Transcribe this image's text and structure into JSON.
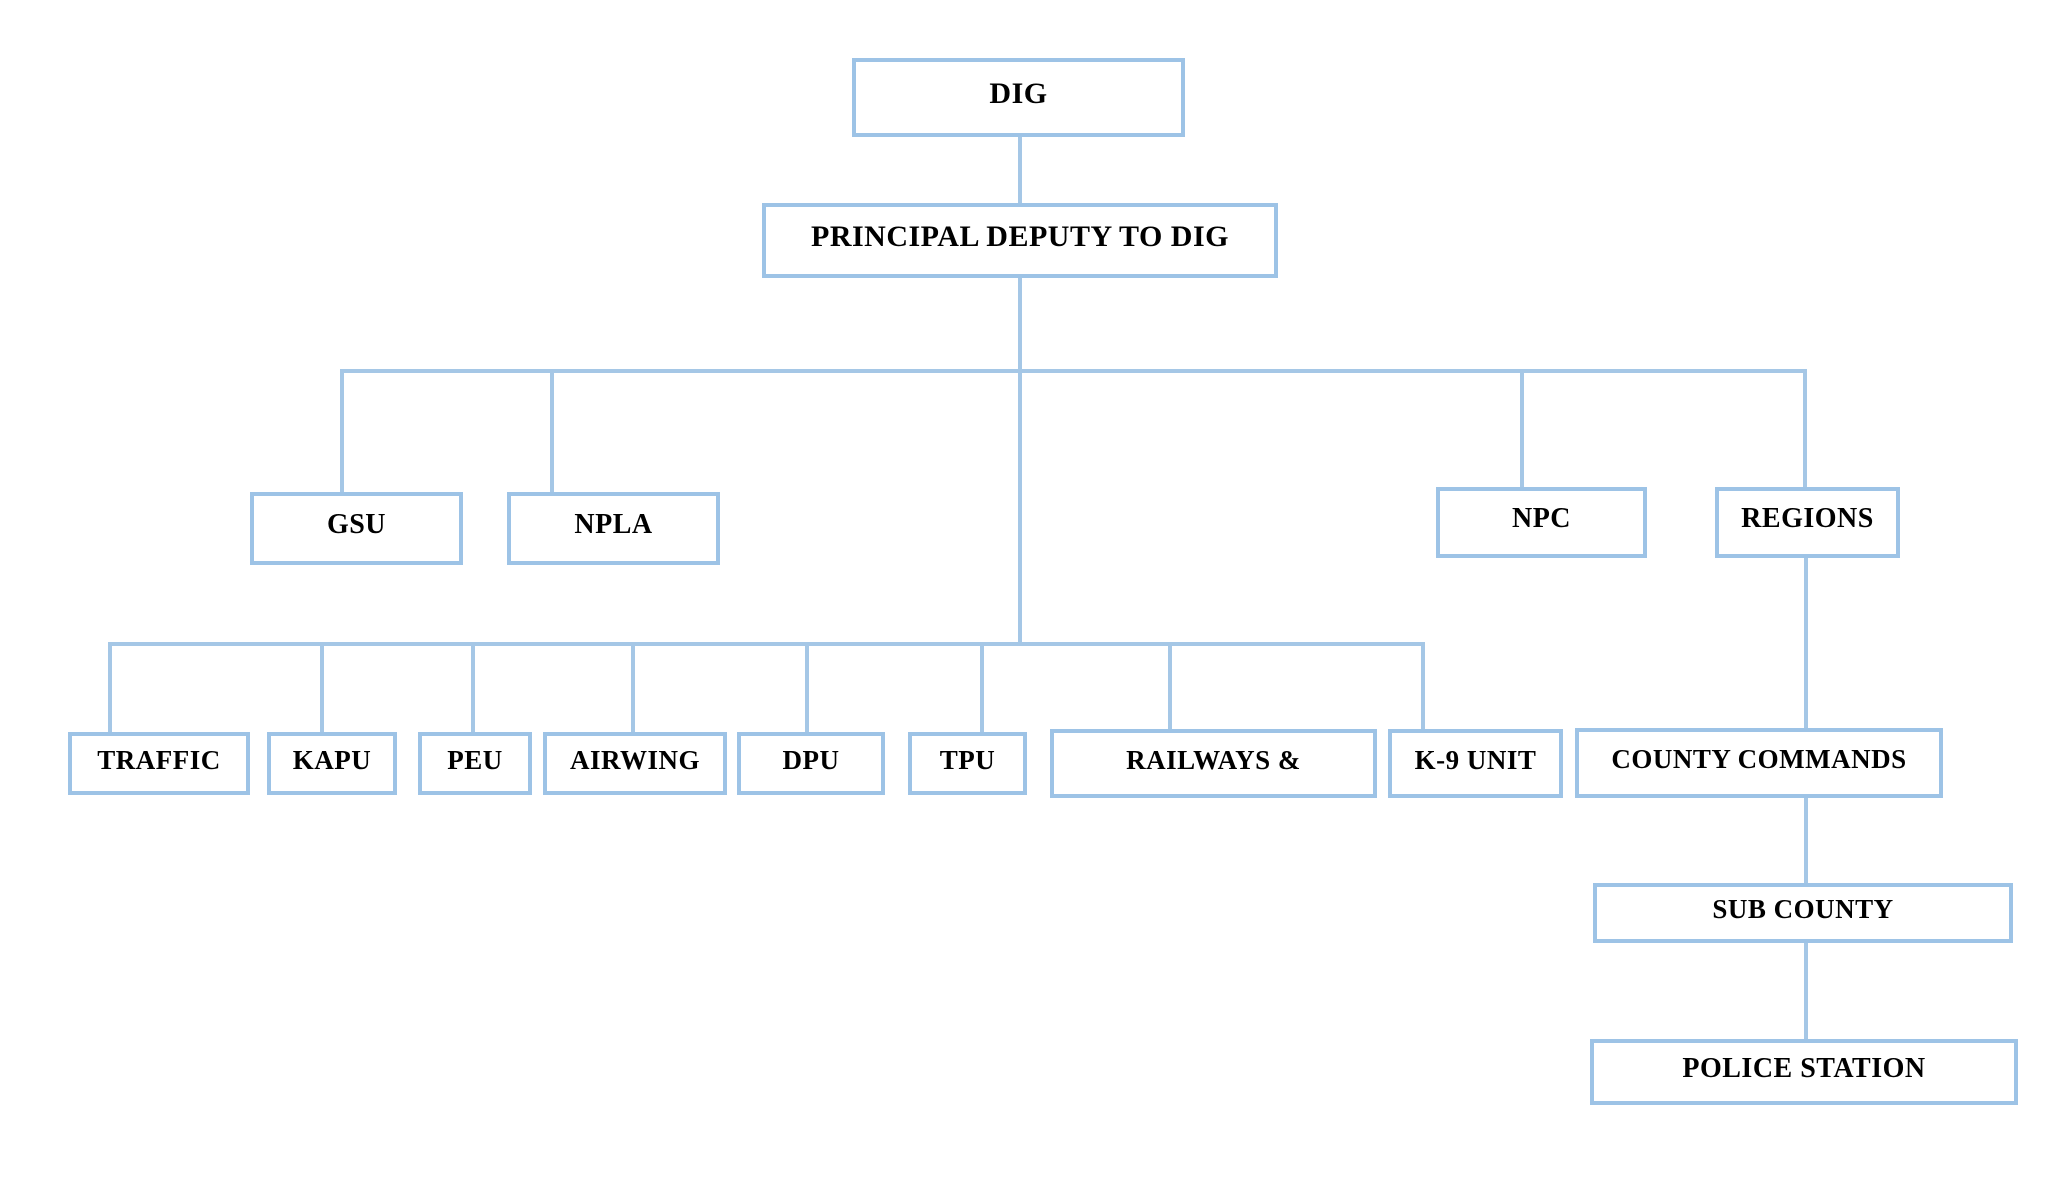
{
  "diagram": {
    "type": "org-chart",
    "colors": {
      "box_border": "#9DC3E6",
      "connector": "#A5C7E6",
      "text": "#000000",
      "background": "#FFFFFF"
    },
    "nodes": [
      {
        "id": "dig",
        "label": "DIG",
        "parent": null
      },
      {
        "id": "principal",
        "label": "PRINCIPAL DEPUTY TO DIG",
        "parent": "dig"
      },
      {
        "id": "gsu",
        "label": "GSU",
        "parent": "principal"
      },
      {
        "id": "npla",
        "label": "NPLA",
        "parent": "principal"
      },
      {
        "id": "npc",
        "label": "NPC",
        "parent": "principal"
      },
      {
        "id": "regions",
        "label": "REGIONS",
        "parent": "principal"
      },
      {
        "id": "traffic",
        "label": "TRAFFIC",
        "parent": "principal"
      },
      {
        "id": "kapu",
        "label": "KAPU",
        "parent": "principal"
      },
      {
        "id": "peu",
        "label": "PEU",
        "parent": "principal"
      },
      {
        "id": "airwing",
        "label": "AIRWING",
        "parent": "principal"
      },
      {
        "id": "dpu",
        "label": "DPU",
        "parent": "principal"
      },
      {
        "id": "tpu",
        "label": "TPU",
        "parent": "principal"
      },
      {
        "id": "railways",
        "label": "RAILWAYS &",
        "parent": "principal"
      },
      {
        "id": "k9",
        "label": "K-9 UNIT",
        "parent": "principal"
      },
      {
        "id": "county",
        "label": "COUNTY COMMANDS",
        "parent": "regions"
      },
      {
        "id": "subcounty",
        "label": "SUB COUNTY",
        "parent": "county"
      },
      {
        "id": "police",
        "label": "POLICE STATION",
        "parent": "subcounty"
      }
    ]
  }
}
